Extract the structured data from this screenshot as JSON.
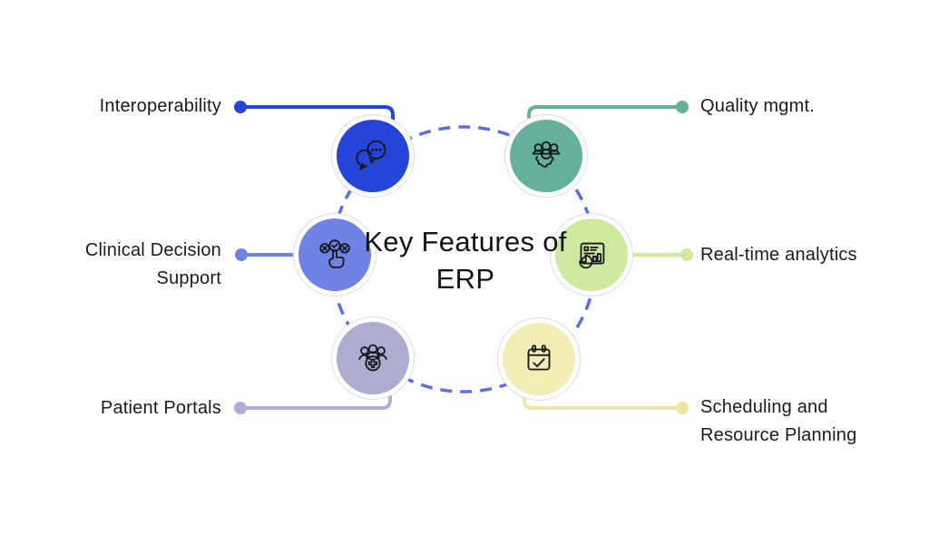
{
  "title": "Key Features of ERP",
  "features": [
    {
      "id": "interoperability",
      "label": "Interoperability",
      "icon": "chat-bubbles-icon",
      "color": "#2545d8",
      "side": "left",
      "position": "top-left"
    },
    {
      "id": "quality-mgmt",
      "label": "Quality mgmt.",
      "icon": "team-gear-icon",
      "color": "#64b09a",
      "side": "right",
      "position": "top-right"
    },
    {
      "id": "clinical-decision-support",
      "label": "Clinical Decision Support",
      "icon": "decision-check-icon",
      "color": "#7083e4",
      "side": "left",
      "position": "middle-left"
    },
    {
      "id": "real-time-analytics",
      "label": "Real-time analytics",
      "icon": "analytics-dashboard-icon",
      "color": "#cdea9f",
      "side": "right",
      "position": "middle-right"
    },
    {
      "id": "patient-portals",
      "label": "Patient Portals",
      "icon": "patients-group-icon",
      "color": "#aeaccf",
      "side": "left",
      "position": "bottom-left"
    },
    {
      "id": "scheduling-resource-planning",
      "label": "Scheduling and Resource Planning",
      "icon": "calendar-check-icon",
      "color": "#f1edb5",
      "side": "right",
      "position": "bottom-right"
    }
  ],
  "decor": {
    "dashed_circle_color": "#5c6fdf",
    "background_color": "#ffffff",
    "text_color": "#1b1b1d",
    "icon_stroke_color": "#17171a"
  }
}
